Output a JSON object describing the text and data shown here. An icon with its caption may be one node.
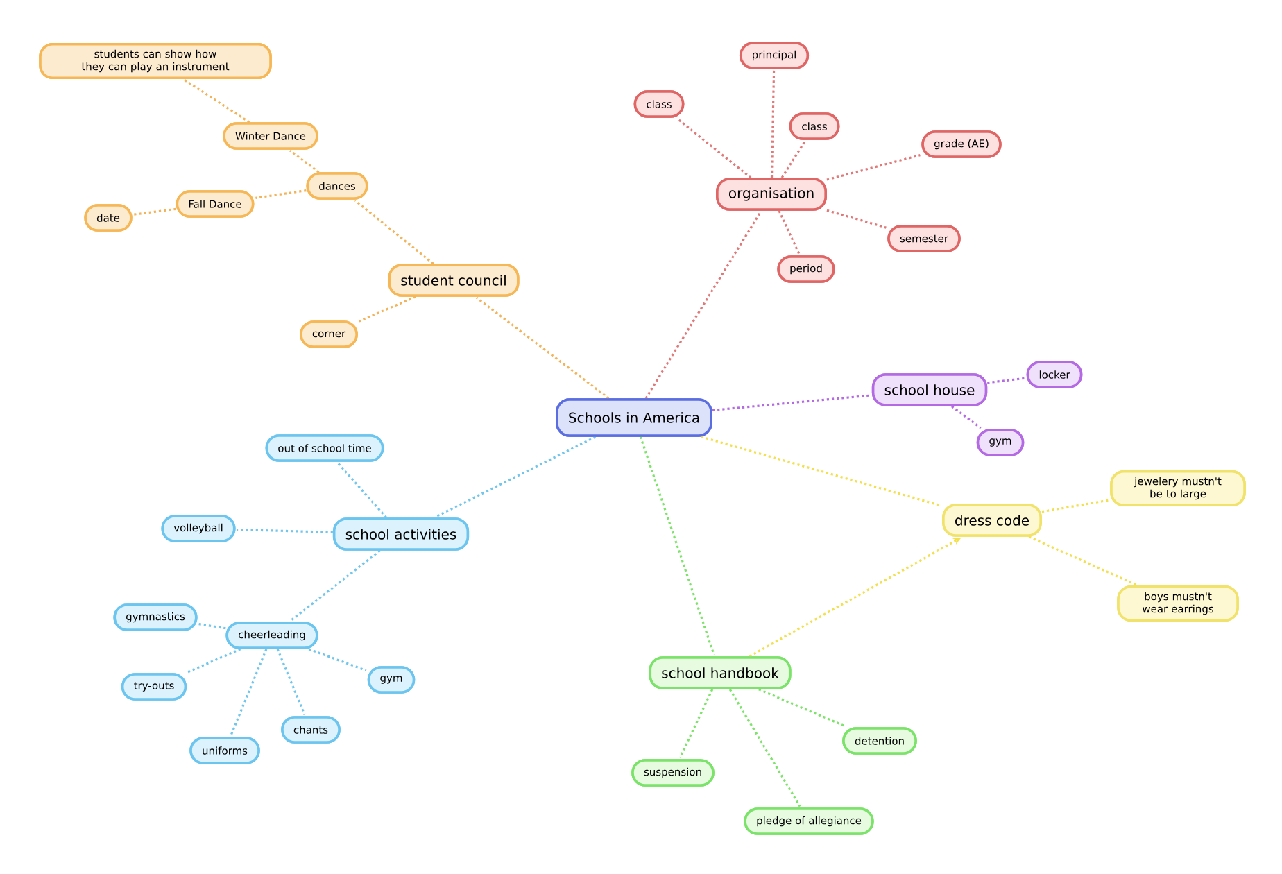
{
  "diagram": {
    "nodes": [
      {
        "text": [
          "Schools in America"
        ]
      },
      {
        "text": [
          "organisation"
        ]
      },
      {
        "text": [
          "principal"
        ]
      },
      {
        "text": [
          "class"
        ]
      },
      {
        "text": [
          "class"
        ]
      },
      {
        "text": [
          "grade (AE)"
        ]
      },
      {
        "text": [
          "semester"
        ]
      },
      {
        "text": [
          "period"
        ]
      },
      {
        "text": [
          "student council"
        ]
      },
      {
        "text": [
          "dances"
        ]
      },
      {
        "text": [
          "Winter Dance"
        ]
      },
      {
        "text": [
          "students can show how they can play an instrument"
        ]
      },
      {
        "text": [
          "Fall Dance"
        ]
      },
      {
        "text": [
          "date"
        ]
      },
      {
        "text": [
          "corner"
        ]
      },
      {
        "text": [
          "school house"
        ]
      },
      {
        "text": [
          "locker"
        ]
      },
      {
        "text": [
          "gym"
        ]
      },
      {
        "text": [
          "dress code"
        ]
      },
      {
        "text": [
          "jewelery mustn't be to large"
        ]
      },
      {
        "text": [
          "boys mustn't wear earrings"
        ]
      },
      {
        "text": [
          "school activities"
        ]
      },
      {
        "text": [
          "out of school time"
        ]
      },
      {
        "text": [
          "volleyball"
        ]
      },
      {
        "text": [
          "cheerleading"
        ]
      },
      {
        "text": [
          "gymnastics"
        ]
      },
      {
        "text": [
          "try-outs"
        ]
      },
      {
        "text": [
          "uniforms"
        ]
      },
      {
        "text": [
          "chants"
        ]
      },
      {
        "text": [
          "gym"
        ]
      },
      {
        "text": [
          "school handbook"
        ]
      },
      {
        "text": [
          "suspension"
        ]
      },
      {
        "text": [
          "pledge of allegiance"
        ]
      },
      {
        "text": [
          "detention"
        ]
      }
    ],
    "edges": [
      {
        "from": 0,
        "to": 1,
        "arrow": "none",
        "color": "#e07a7a"
      },
      {
        "from": 1,
        "to": 2,
        "arrow": "none",
        "color": "#e07a7a"
      },
      {
        "from": 1,
        "to": 3,
        "arrow": "none",
        "color": "#e07a7a"
      },
      {
        "from": 1,
        "to": 4,
        "arrow": "none",
        "color": "#e07a7a"
      },
      {
        "from": 1,
        "to": 5,
        "arrow": "none",
        "color": "#e07a7a"
      },
      {
        "from": 1,
        "to": 6,
        "arrow": "none",
        "color": "#e07a7a"
      },
      {
        "from": 1,
        "to": 7,
        "arrow": "none",
        "color": "#e07a7a"
      },
      {
        "from": 0,
        "to": 8,
        "arrow": "none",
        "color": "#f2b35a"
      },
      {
        "from": 8,
        "to": 9,
        "arrow": "none",
        "color": "#f2b35a"
      },
      {
        "from": 9,
        "to": 10,
        "arrow": "none",
        "color": "#f2b35a"
      },
      {
        "from": 10,
        "to": 11,
        "arrow": "none",
        "color": "#f2b35a"
      },
      {
        "from": 9,
        "to": 12,
        "arrow": "none",
        "color": "#f2b35a"
      },
      {
        "from": 12,
        "to": 13,
        "arrow": "none",
        "color": "#f2b35a"
      },
      {
        "from": 8,
        "to": 14,
        "arrow": "none",
        "color": "#f2b35a"
      },
      {
        "from": 0,
        "to": 15,
        "arrow": "none",
        "color": "#b36ae2"
      },
      {
        "from": 15,
        "to": 16,
        "arrow": "none",
        "color": "#b36ae2"
      },
      {
        "from": 15,
        "to": 17,
        "arrow": "none",
        "color": "#b36ae2"
      },
      {
        "from": 0,
        "to": 18,
        "arrow": "none",
        "color": "#f2e04e"
      },
      {
        "from": 18,
        "to": 19,
        "arrow": "none",
        "color": "#f2e04e"
      },
      {
        "from": 18,
        "to": 20,
        "arrow": "none",
        "color": "#f2e04e"
      },
      {
        "from": 0,
        "to": 21,
        "arrow": "none",
        "color": "#72c6ec"
      },
      {
        "from": 21,
        "to": 22,
        "arrow": "none",
        "color": "#72c6ec"
      },
      {
        "from": 21,
        "to": 23,
        "arrow": "none",
        "color": "#72c6ec"
      },
      {
        "from": 21,
        "to": 24,
        "arrow": "none",
        "color": "#72c6ec"
      },
      {
        "from": 24,
        "to": 25,
        "arrow": "none",
        "color": "#72c6ec"
      },
      {
        "from": 24,
        "to": 26,
        "arrow": "none",
        "color": "#72c6ec"
      },
      {
        "from": 24,
        "to": 27,
        "arrow": "none",
        "color": "#72c6ec"
      },
      {
        "from": 24,
        "to": 28,
        "arrow": "none",
        "color": "#72c6ec"
      },
      {
        "from": 24,
        "to": 29,
        "arrow": "none",
        "color": "#72c6ec"
      },
      {
        "from": 0,
        "to": 30,
        "arrow": "none",
        "color": "#7de36a"
      },
      {
        "from": 30,
        "to": 31,
        "arrow": "none",
        "color": "#7de36a"
      },
      {
        "from": 30,
        "to": 32,
        "arrow": "none",
        "color": "#7de36a"
      },
      {
        "from": 30,
        "to": 33,
        "arrow": "none",
        "color": "#7de36a"
      },
      {
        "from": 30,
        "to": 18,
        "arrow": "to",
        "color": "#f2e04e"
      }
    ]
  }
}
